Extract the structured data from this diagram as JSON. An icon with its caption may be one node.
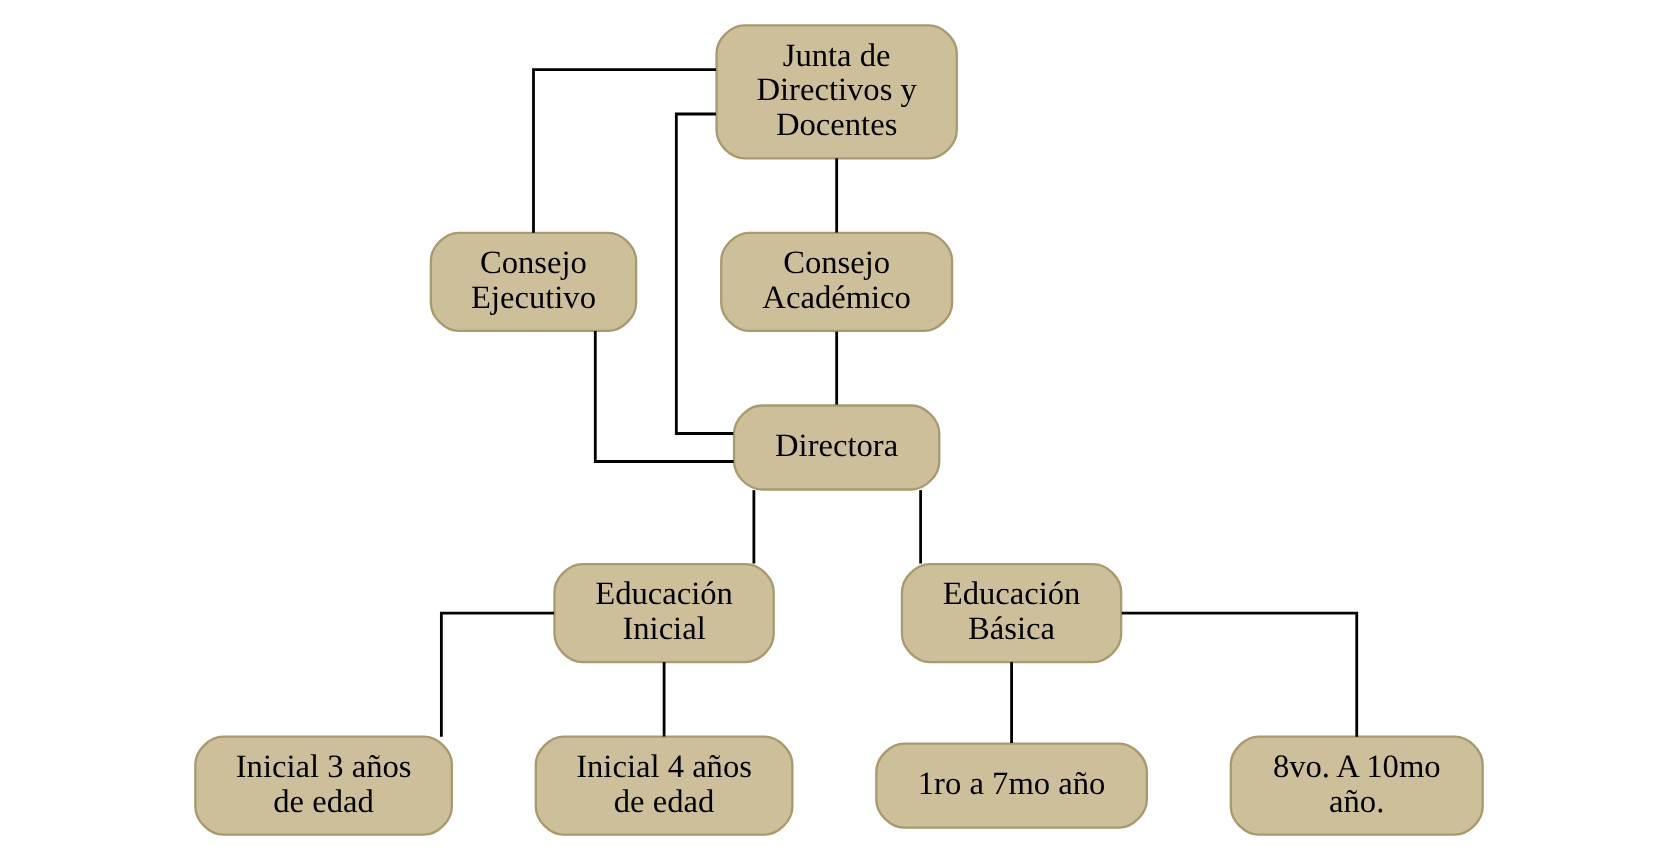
{
  "diagram": {
    "nodes": [
      {
        "text": [
          "Junta de Directivos y Docentes"
        ]
      },
      {
        "text": [
          "Consejo Ejecutivo"
        ]
      },
      {
        "text": [
          "Consejo Académico"
        ]
      },
      {
        "text": [
          "Directora"
        ]
      },
      {
        "text": [
          "Educación Inicial"
        ]
      },
      {
        "text": [
          "Educación Básica"
        ]
      },
      {
        "text": [
          "Inicial 3 años de edad"
        ]
      },
      {
        "text": [
          "Inicial 4 años de edad"
        ]
      },
      {
        "text": [
          "1ro a 7mo año"
        ]
      },
      {
        "text": [
          "8vo. A 10mo año."
        ]
      }
    ],
    "edges": [
      {
        "from": 0,
        "to": 1,
        "arrow": "none"
      },
      {
        "from": 0,
        "to": 3,
        "arrow": "none"
      },
      {
        "from": 0,
        "to": 2,
        "arrow": "none"
      },
      {
        "from": 1,
        "to": 3,
        "arrow": "none"
      },
      {
        "from": 2,
        "to": 3,
        "arrow": "none"
      },
      {
        "from": 3,
        "to": 4,
        "arrow": "none"
      },
      {
        "from": 3,
        "to": 5,
        "arrow": "none"
      },
      {
        "from": 4,
        "to": 6,
        "arrow": "none"
      },
      {
        "from": 4,
        "to": 7,
        "arrow": "none"
      },
      {
        "from": 5,
        "to": 8,
        "arrow": "none"
      },
      {
        "from": 5,
        "to": 9,
        "arrow": "none"
      }
    ]
  }
}
